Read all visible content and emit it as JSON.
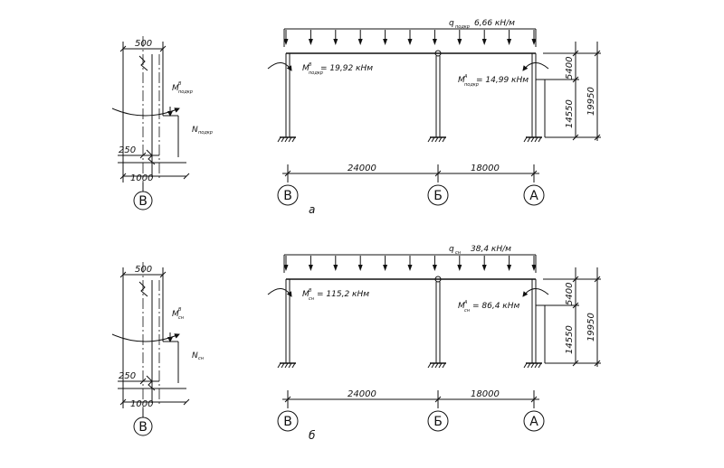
{
  "diagrams": [
    {
      "caption": "а",
      "detail": {
        "width_top": "500",
        "offset": "250",
        "width_bottom": "1000",
        "moment_label": "M",
        "moment_sup": "В",
        "moment_sub": "подкр",
        "force_label": "N",
        "force_sub": "подкр",
        "axis": "В"
      },
      "load_label": "q",
      "load_sub": "подкр",
      "load_value": "6,66  кН/м",
      "moment_left": {
        "label": "M",
        "sup": "В",
        "sub": "подкр",
        "value": "= 19,92 кНм"
      },
      "moment_right": {
        "label": "M",
        "sup": "А",
        "sub": "подкр",
        "value": "= 14,99 кНм"
      },
      "spans": [
        "24000",
        "18000"
      ],
      "heights": [
        "5400",
        "14550",
        "19950"
      ],
      "axes": [
        "В",
        "Б",
        "А"
      ]
    },
    {
      "caption": "б",
      "detail": {
        "width_top": "500",
        "offset": "250",
        "width_bottom": "1000",
        "moment_label": "M",
        "moment_sup": "В",
        "moment_sub": "сн",
        "force_label": "N",
        "force_sub": "сн",
        "axis": "В"
      },
      "load_label": "q",
      "load_sub": "сн",
      "load_value": "38,4  кН/м",
      "moment_left": {
        "label": "M",
        "sup": "В",
        "sub": "сн",
        "value": "= 115,2 кНм"
      },
      "moment_right": {
        "label": "M",
        "sup": "А",
        "sub": "сн",
        "value": "= 86,4 кНм"
      },
      "spans": [
        "24000",
        "18000"
      ],
      "heights": [
        "5400",
        "14550",
        "19950"
      ],
      "axes": [
        "В",
        "Б",
        "А"
      ]
    }
  ]
}
